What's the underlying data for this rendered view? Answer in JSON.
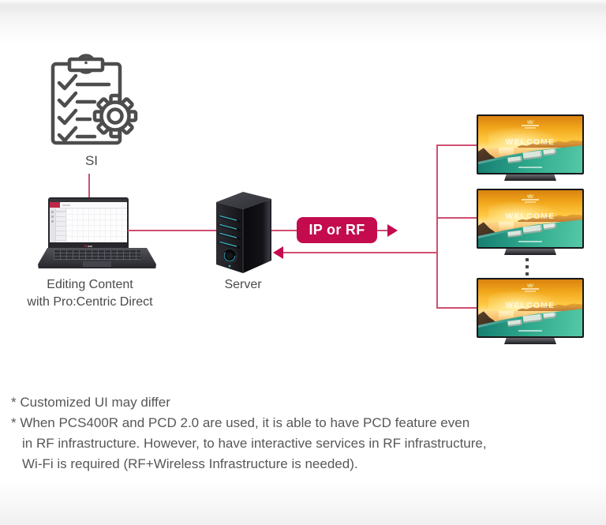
{
  "diagram": {
    "si": {
      "label": "SI"
    },
    "laptop": {
      "caption_line1": "Editing Content",
      "caption_line2": "with Pro:Centric Direct"
    },
    "server": {
      "caption": "Server"
    },
    "flow": {
      "badge_label": "IP or RF"
    },
    "tv": {
      "welcome": "WELCOME"
    }
  },
  "footnotes": {
    "line1": "* Customized UI may differ",
    "line2": "* When PCS400R and PCD 2.0 are used, it is able to have PCD feature even",
    "line3": "in RF infrastructure. However, to have interactive services in RF infrastructure,",
    "line4": "Wi-Fi is required (RF+Wireless Infrastructure is needed)."
  },
  "colors": {
    "accent_badge": "#c40b4e",
    "connector_line": "#d04f72",
    "icon_stroke": "#4d4d4d",
    "label_text": "#4a4a4a",
    "footnote_text": "#575757",
    "server_light_teal": "#3fa7b5",
    "tv_sky_orange": "#f2a81c",
    "tv_pool_teal": "#2fa98c"
  }
}
